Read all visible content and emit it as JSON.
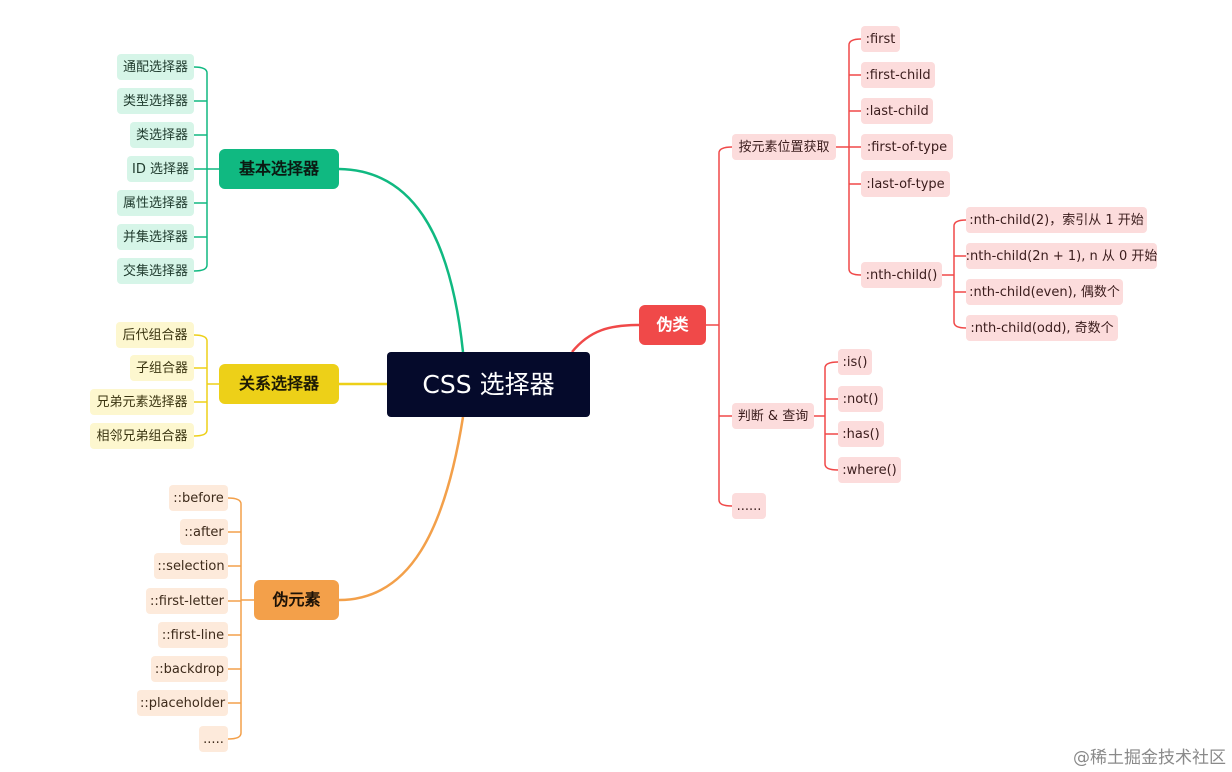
{
  "root": {
    "label": "CSS 选择器"
  },
  "colors": {
    "green": "#10b981",
    "yellow": "#edd018",
    "orange": "#f3a04a",
    "red": "#f04949",
    "root_bg": "#050a2b"
  },
  "basic": {
    "label": "基本选择器",
    "items": [
      "通配选择器",
      "类型选择器",
      "类选择器",
      "ID 选择器",
      "属性选择器",
      "并集选择器",
      "交集选择器"
    ]
  },
  "relation": {
    "label": "关系选择器",
    "items": [
      "后代组合器",
      "子组合器",
      "兄弟元素选择器",
      "相邻兄弟组合器"
    ]
  },
  "pseudo_element": {
    "label": "伪元素",
    "items": [
      "::before",
      "::after",
      "::selection",
      "::first-letter",
      "::first-line",
      "::backdrop",
      "::placeholder",
      "....."
    ]
  },
  "pseudo_class": {
    "label": "伪类",
    "by_position": {
      "label": "按元素位置获取",
      "items": [
        ":first",
        ":first-child",
        ":last-child",
        ":first-of-type",
        ":last-of-type",
        ":nth-child()"
      ],
      "nth_child": [
        ":nth-child(2)，索引从 1 开始",
        ":nth-child(2n + 1), n 从 0 开始",
        ":nth-child(even), 偶数个",
        ":nth-child(odd), 奇数个"
      ]
    },
    "logic": {
      "label": "判断 & 查询",
      "items": [
        ":is()",
        ":not()",
        ":has()",
        ":where()"
      ]
    },
    "more": "......"
  },
  "watermark": "@稀土掘金技术社区"
}
